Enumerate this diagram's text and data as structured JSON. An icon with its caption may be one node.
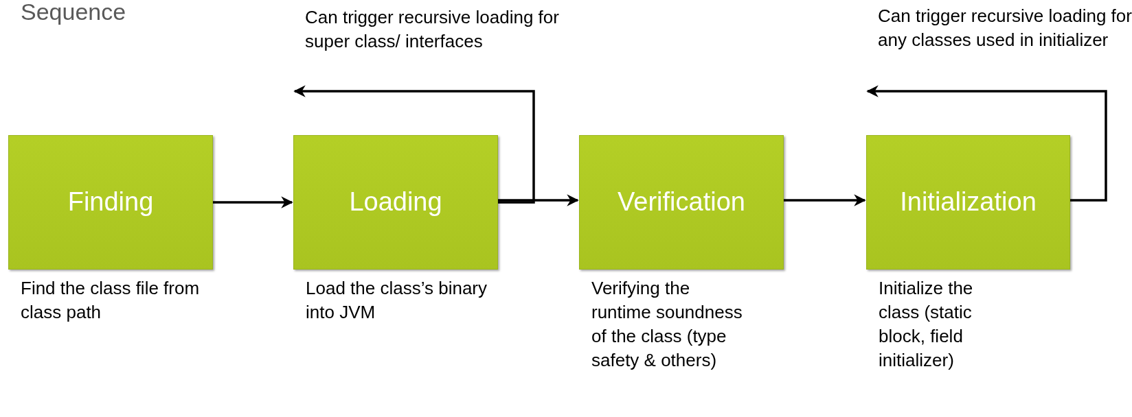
{
  "diagram": {
    "title": "Sequence",
    "nodes": [
      {
        "text": [
          "Finding"
        ],
        "beside": [
          "Find the class file from class path"
        ]
      },
      {
        "text": [
          "Loading"
        ],
        "beside": [
          "Load the class’s binary into JVM"
        ]
      },
      {
        "text": [
          "Verification"
        ],
        "beside": [
          "Verifying the runtime soundness of the class (type safety & others)"
        ]
      },
      {
        "text": [
          "Initialization"
        ],
        "beside": [
          "Initialize the class (static block, field initializer)"
        ]
      }
    ],
    "edges": [
      {
        "from": 0,
        "to": 1,
        "arrow": "to"
      },
      {
        "from": 1,
        "to": 2,
        "arrow": "to"
      },
      {
        "from": 2,
        "to": 3,
        "arrow": "to"
      },
      {
        "from": 1,
        "to": null,
        "arrow": "to"
      },
      {
        "from": 3,
        "to": null,
        "arrow": "to"
      }
    ],
    "labels": [
      "Can trigger recursive loading for super class/ interfaces",
      "Can trigger recursive loading for any classes used in initializer"
    ]
  }
}
